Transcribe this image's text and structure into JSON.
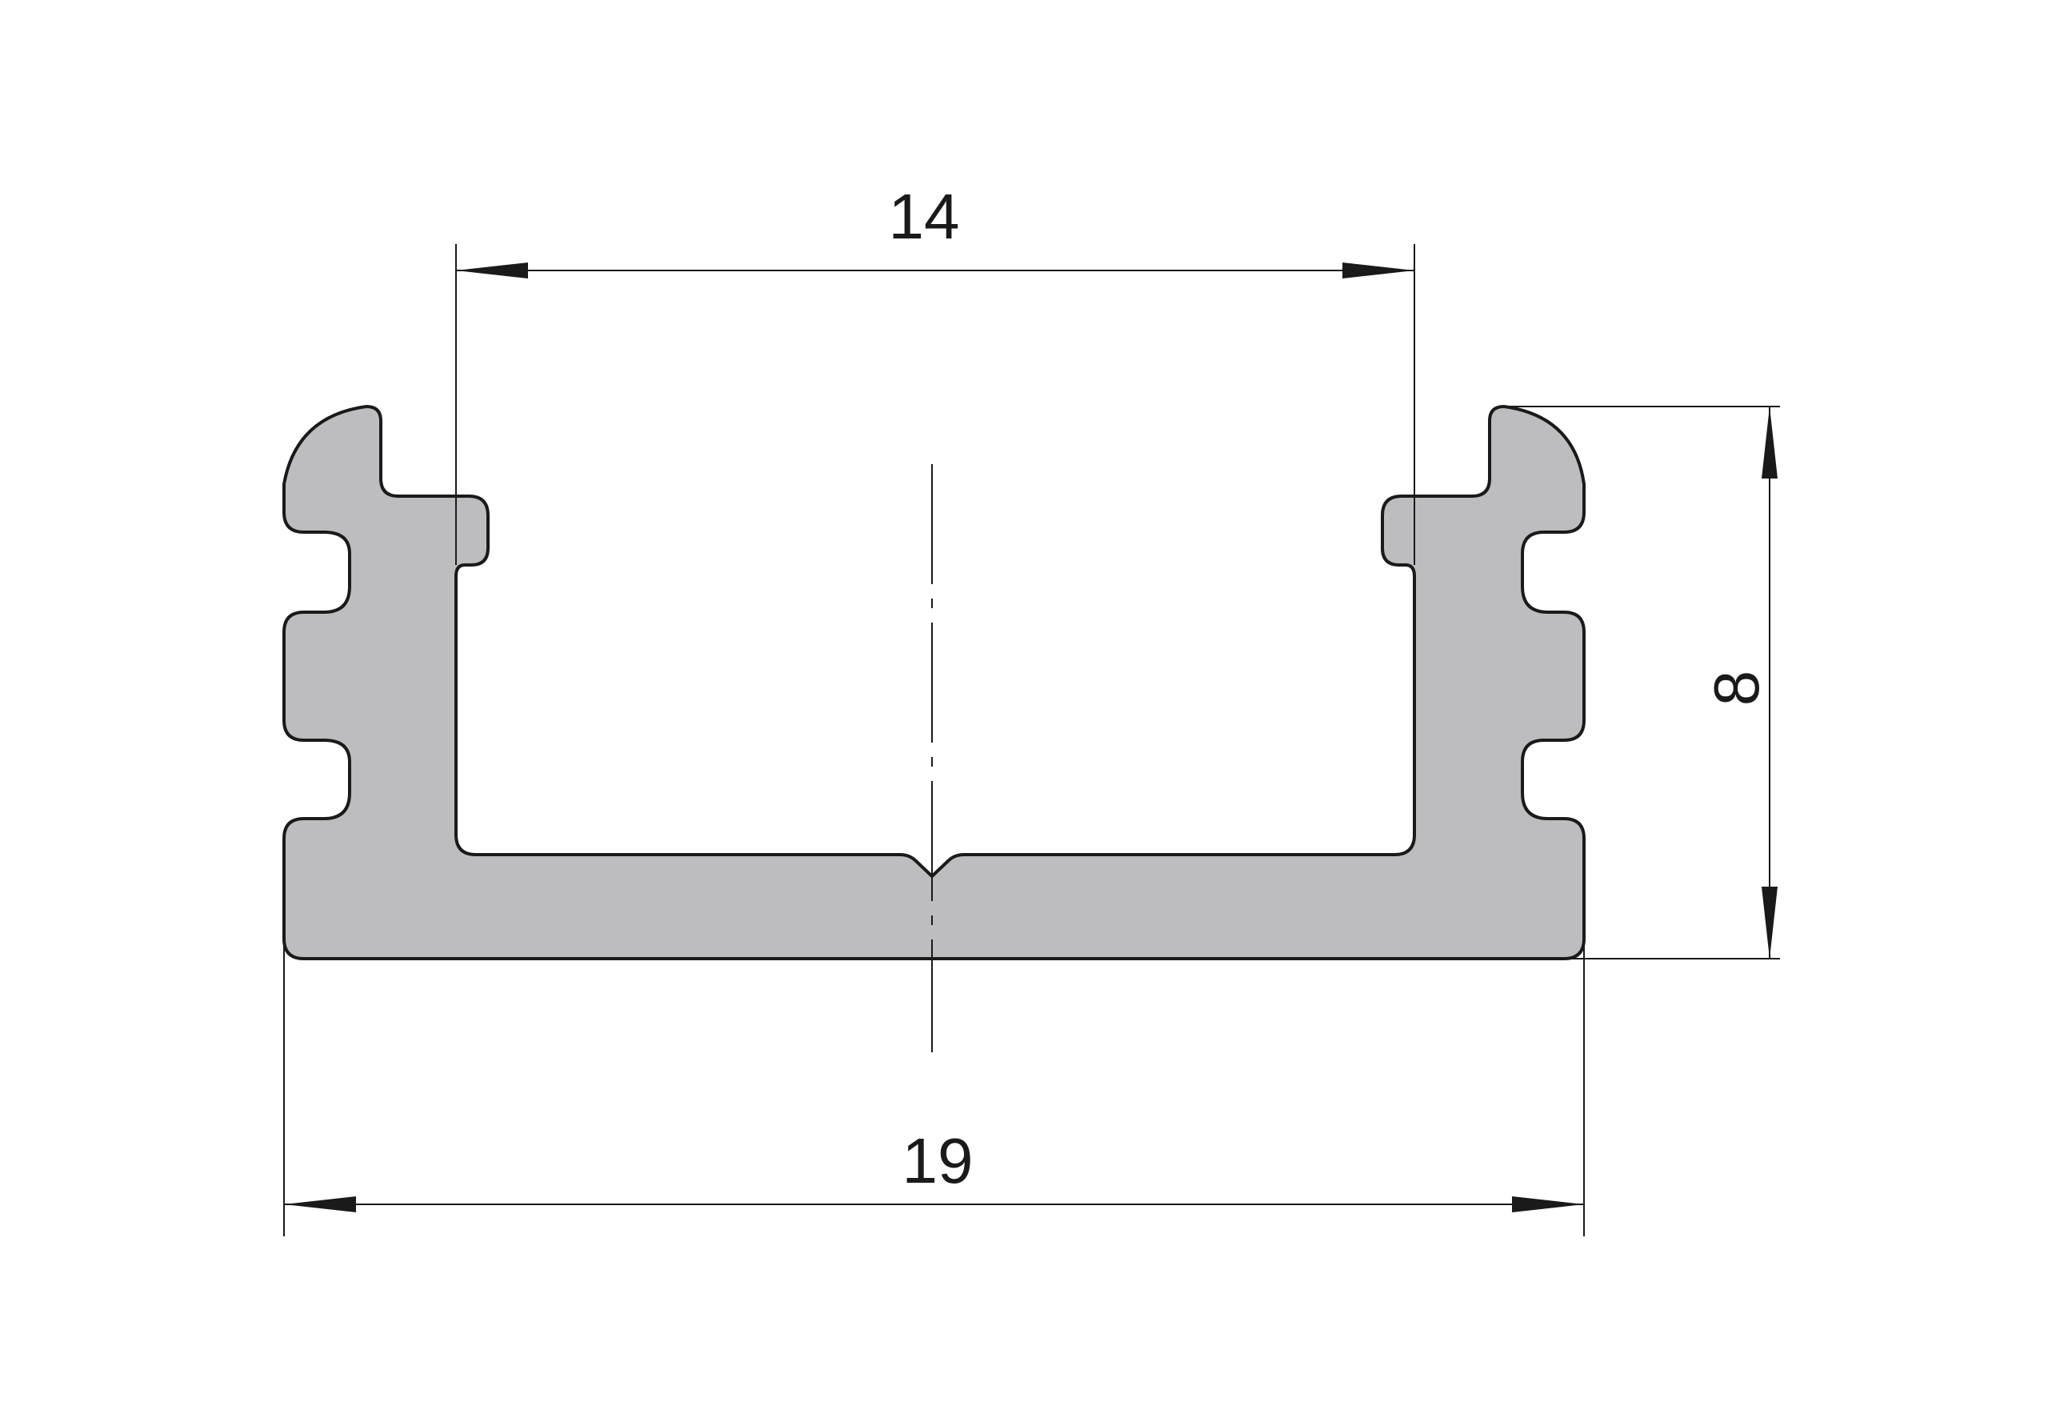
{
  "dimensions": {
    "inner_width": "14",
    "outer_width": "19",
    "height": "8"
  },
  "colors": {
    "profile_fill": "#bdbdc0",
    "line": "#1a1a1a",
    "background": "#ffffff"
  }
}
